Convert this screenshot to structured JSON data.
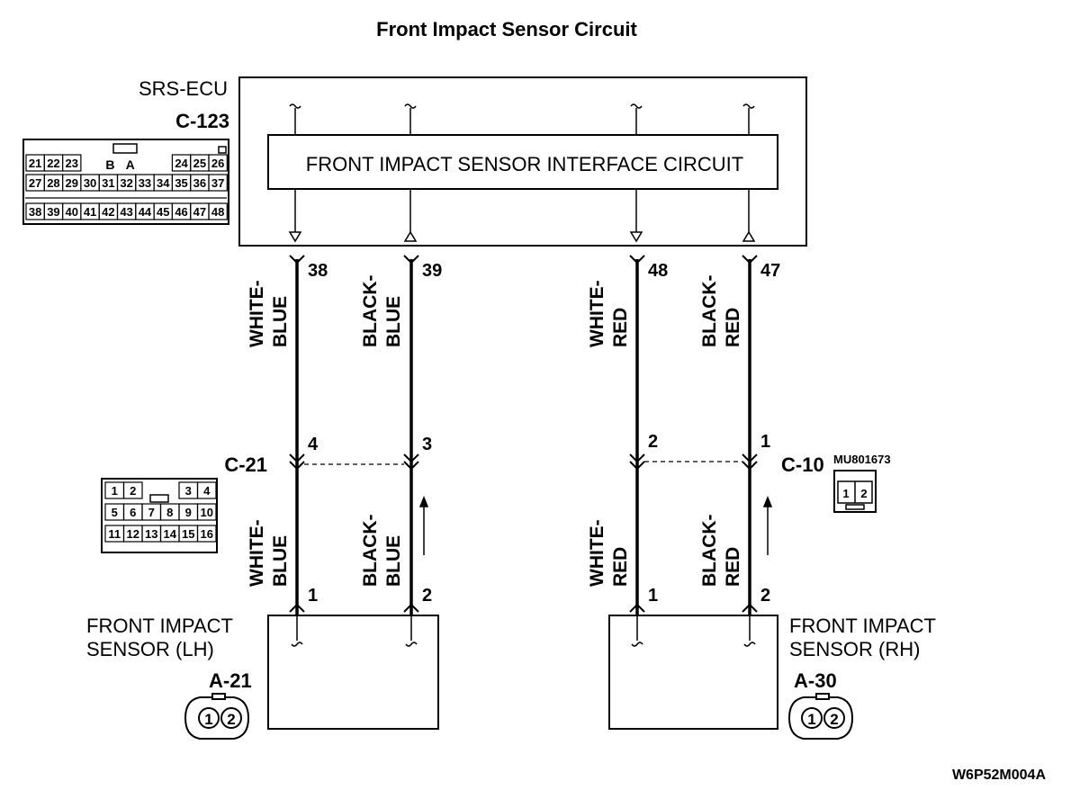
{
  "title": "Front Impact Sensor Circuit",
  "ecu": {
    "name": "SRS-ECU",
    "connector": "C-123",
    "interface_label": "FRONT IMPACT SENSOR INTERFACE CIRCUIT",
    "pin_rows": [
      [
        "21",
        "22",
        "23",
        "B",
        "A",
        "24",
        "25",
        "26"
      ],
      [
        "27",
        "28",
        "29",
        "30",
        "31",
        "32",
        "33",
        "34",
        "35",
        "36",
        "37"
      ],
      [
        "38",
        "39",
        "40",
        "41",
        "42",
        "43",
        "44",
        "45",
        "46",
        "47",
        "48"
      ]
    ]
  },
  "wires": [
    {
      "ecu_pin": "38",
      "c_pin": "4",
      "sensor_pin": "1",
      "color_top": [
        "WHITE-",
        "BLUE"
      ],
      "color_bottom": [
        "WHITE-",
        "BLUE"
      ]
    },
    {
      "ecu_pin": "39",
      "c_pin": "3",
      "sensor_pin": "2",
      "color_top": [
        "BLACK-",
        "BLUE"
      ],
      "color_bottom": [
        "BLACK-",
        "BLUE"
      ]
    },
    {
      "ecu_pin": "48",
      "c_pin": "2",
      "sensor_pin": "1",
      "color_top": [
        "WHITE-",
        "RED"
      ],
      "color_bottom": [
        "WHITE-",
        "RED"
      ]
    },
    {
      "ecu_pin": "47",
      "c_pin": "1",
      "sensor_pin": "2",
      "color_top": [
        "BLACK-",
        "RED"
      ],
      "color_bottom": [
        "BLACK-",
        "RED"
      ]
    }
  ],
  "intermediate": {
    "left": {
      "name": "C-21",
      "pins": [
        [
          "1",
          "2",
          "",
          "3",
          "4"
        ],
        [
          "5",
          "6",
          "7",
          "8",
          "9",
          "10"
        ],
        [
          "11",
          "12",
          "13",
          "14",
          "15",
          "16"
        ]
      ]
    },
    "right": {
      "name": "C-10",
      "part": "MU801673",
      "pins": [
        "1",
        "2"
      ]
    }
  },
  "sensors": {
    "left": {
      "label": [
        "FRONT IMPACT",
        "SENSOR (LH)"
      ],
      "connector": "A-21",
      "pins": [
        "1",
        "2"
      ]
    },
    "right": {
      "label": [
        "FRONT IMPACT",
        "SENSOR (RH)"
      ],
      "connector": "A-30",
      "pins": [
        "1",
        "2"
      ]
    }
  },
  "figure_id": "W6P52M004A"
}
